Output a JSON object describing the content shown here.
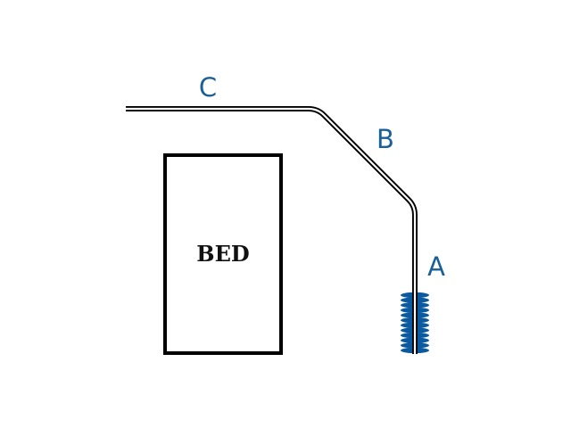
{
  "diagram": {
    "bed_label": "BED",
    "labels": {
      "a": "A",
      "b": "B",
      "c": "C"
    },
    "colors": {
      "label": "#1a5f96",
      "spring": "#0b5aa0",
      "outline": "#000000",
      "background": "#ffffff"
    },
    "spring_coil_count": 12
  }
}
